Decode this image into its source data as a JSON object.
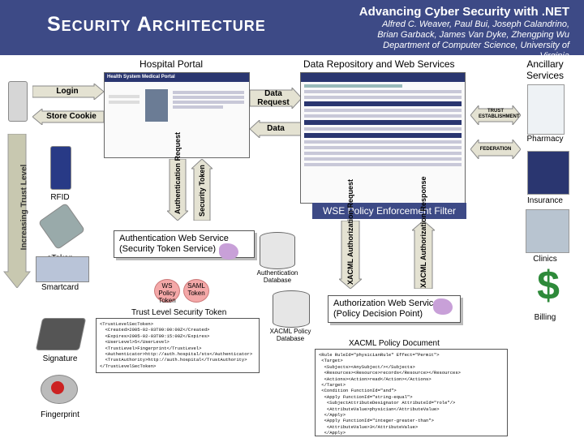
{
  "header": {
    "title": "Security Architecture",
    "subtitle": "Advancing Cyber Security with .NET",
    "authors_line1": "Alfred C. Weaver, Paul Bui, Joseph Calandrino,",
    "authors_line2": "Brian Garback, James Van Dyke, Zhengping Wu",
    "affiliation": "Department of Computer Science, University of Virginia"
  },
  "left_column": {
    "trust_label": "Increasing Trust Level",
    "devices": [
      "RFID",
      "eToken",
      "Smartcard",
      "Signature",
      "Fingerprint"
    ]
  },
  "arrows": {
    "login": "Login",
    "store_cookie": "Store Cookie",
    "data_request": "Data Request",
    "data": "Data",
    "trust_establishment": "TRUST ESTABLISHMENT",
    "federation": "FEDERATION",
    "authentication_request": "Authentication Request",
    "security_token": "Security Token",
    "xacml_authorization_request": "XACML Authorization Request",
    "xacml_authorization_response": "XACML Authorization Response"
  },
  "portal": {
    "title": "Hospital Portal",
    "screen_header": "Health System Medical Portal"
  },
  "repository": {
    "title": "Data Repository and Web Services",
    "filter_label": "WSE Policy Enforcement Filter"
  },
  "ancillary": {
    "title": "Ancillary Services",
    "items": [
      "Pharmacy",
      "Insurance",
      "Clinics",
      "Billing"
    ]
  },
  "auth_service": {
    "line1": "Authentication Web Service",
    "line2": "(Security Token Service)",
    "db_label": "Authentication Database",
    "token_ws": "WS Policy Token",
    "token_saml": "SAML Token",
    "trust_token_title": "Trust Level Security Token",
    "trust_token_code": "<TrustLevelSecToken>\n  <Created>2005-02-03T09:00:00Z</Created>\n  <Expires>2005-02-03T09:15:00Z</Expires>\n  <UserLevel>5</UserLevel>\n  <TrustLevel>Fingerprint</TrustLevel>\n  <Authenticator>http://auth.hospital/sts</Authenticator>\n  <TrustAuthority>http://auth.hospital</TrustAuthority>\n</TrustLevelSecToken>"
  },
  "authz_service": {
    "line1": "Authorization Web Service",
    "line2": "(Policy Decision Point)",
    "db_label": "XACML Policy Database",
    "policy_title": "XACML Policy Document",
    "policy_code": "<Rule RuleId=\"physicianRule\" Effect=\"Permit\">\n <Target>\n  <Subjects><AnySubject/></Subjects>\n  <Resources><Resource>records</Resource></Resources>\n  <Actions><Action>read</Action></Actions>\n </Target>\n <Condition FunctionId=\"and\">\n  <Apply FunctionId=\"string-equal\">\n   <SubjectAttributeDesignator AttributeId=\"role\"/>\n   <AttributeValue>physician</AttributeValue>\n  </Apply>\n  <Apply FunctionId=\"integer-greater-than\">\n   <AttributeValue>3</AttributeValue>\n  </Apply>\n </Condition>\n</Rule>"
  }
}
